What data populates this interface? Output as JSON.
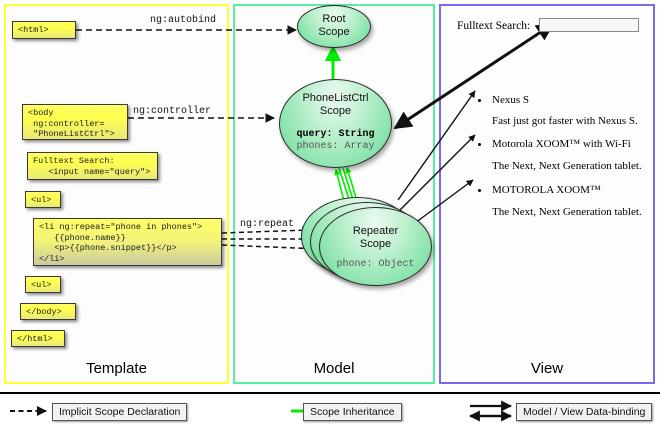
{
  "title": "AngularJS Template / Model / View scope diagram",
  "panels": {
    "template": {
      "label": "Template",
      "border_color": "#ffff33"
    },
    "model": {
      "label": "Model",
      "border_color": "#55f0a6"
    },
    "view": {
      "label": "View",
      "border_color": "#7b68ee"
    }
  },
  "template_boxes": [
    {
      "name": "html-open",
      "text": "<html>"
    },
    {
      "name": "body-open",
      "text": "<body\n ng:controller=\n \"PhoneListCtrl\">"
    },
    {
      "name": "fulltext-search",
      "text": "Fulltext Search:\n   <input name=\"query\">"
    },
    {
      "name": "ul-open",
      "text": "<ul>"
    },
    {
      "name": "li-repeat",
      "text": "<li ng:repeat=\"phone in phones\">\n   {{phone.name}}\n   <p>{{phone.snippet}}</p>\n</li>"
    },
    {
      "name": "ul-close",
      "text": "<ul>"
    },
    {
      "name": "body-close",
      "text": "</body>"
    },
    {
      "name": "html-close",
      "text": "</html>"
    }
  ],
  "edge_labels": {
    "autobind": "ng:autobind",
    "controller": "ng:controller",
    "repeat": "ng:repeat"
  },
  "scopes": [
    {
      "name": "root-scope",
      "title_line1": "Root",
      "title_line2": "Scope",
      "props": []
    },
    {
      "name": "phonelistctrl-scope",
      "title_line1": "PhoneListCtrl",
      "title_line2": "Scope",
      "props": [
        {
          "text": "query: String",
          "style": "bold"
        },
        {
          "text": "phones: Array",
          "style": "dim"
        }
      ]
    },
    {
      "name": "repeater-scope",
      "title_line1": "Repeater",
      "title_line2": "Scope",
      "props": [
        {
          "text": "phone: Object",
          "style": "dim"
        }
      ]
    }
  ],
  "view": {
    "search_label": "Fulltext Search:",
    "search_value": "",
    "search_placeholder": "",
    "items": [
      {
        "name": "Nexus S",
        "desc": "Fast just got faster with Nexus S."
      },
      {
        "name": "Motorola XOOM™  with Wi-Fi",
        "desc": "The Next, Next Generation tablet."
      },
      {
        "name": "MOTOROLA XOOM™",
        "desc": "The Next, Next Generation tablet."
      }
    ]
  },
  "legend": [
    {
      "name": "implicit-scope-declaration",
      "label": "Implicit Scope Declaration",
      "arrow": "dashed-black"
    },
    {
      "name": "scope-inheritance",
      "label": "Scope Inheritance",
      "arrow": "solid-green"
    },
    {
      "name": "model-view-data-binding",
      "label": "Model / View Data-binding",
      "arrow": "double-black"
    }
  ],
  "colors": {
    "template_border": "#ffff33",
    "model_border": "#55f0a6",
    "view_border": "#7b68ee",
    "code_fill": "#ffff66",
    "scope_fill": "#8ce4ae",
    "inheritance_arrow": "#00ee00",
    "edge": "#111111"
  }
}
